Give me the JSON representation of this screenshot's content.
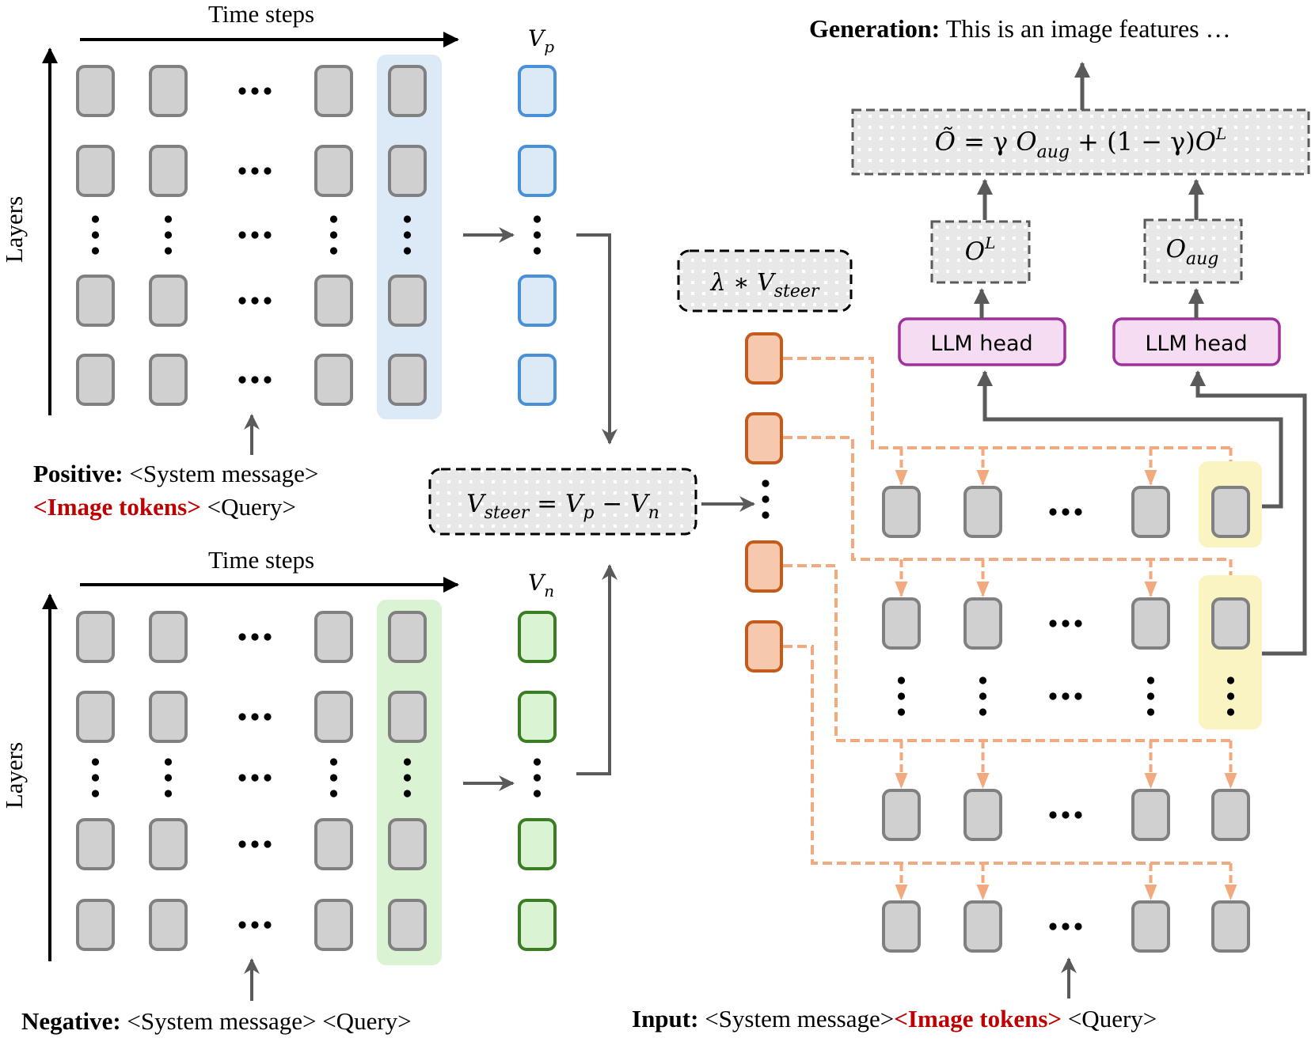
{
  "colors": {
    "token_fill": "#d0d0d0",
    "token_stroke": "#808080",
    "positive_highlight": "#dce9f6",
    "positive_vec_stroke": "#4a90d9",
    "positive_vec_fill": "#dce9f6",
    "negative_highlight": "#d9f3d3",
    "negative_vec_stroke": "#3a7d22",
    "negative_vec_fill": "#d9f3d3",
    "steer_stroke": "#c55a1a",
    "steer_fill": "#f6c8ae",
    "steer_dash": "#f2a97e",
    "llm_head_stroke": "#a0309a",
    "llm_head_fill": "#f5dcf2",
    "selected_highlight": "#faf4c3",
    "arrow_gray": "#5a5a5a",
    "accent_red": "#c00000",
    "axis_black": "#000000"
  },
  "positive_panel": {
    "x_axis_label": "Time steps",
    "y_axis_label": "Layers",
    "vector_label": "V",
    "vector_sub": "p",
    "prompt_bold": "Positive:",
    "prompt_line1_rest": " <System message>",
    "prompt_line2_red": "<Image tokens>",
    "prompt_line2_rest": " <Query>"
  },
  "negative_panel": {
    "x_axis_label": "Time steps",
    "y_axis_label": "Layers",
    "vector_label": "V",
    "vector_sub": "n",
    "prompt_bold": "Negative:",
    "prompt_rest": " <System message> <Query>"
  },
  "steer_formula": {
    "lhs": "V",
    "lhs_sub": "steer",
    "eq": " = ",
    "t1": "V",
    "t1_sub": "p",
    "minus": " − ",
    "t2": "V",
    "t2_sub": "n"
  },
  "lambda_box": {
    "lambda": "λ ∗ ",
    "v": "V",
    "sub": "steer"
  },
  "llm_heads": [
    {
      "label": "LLM head"
    },
    {
      "label": "LLM head"
    }
  ],
  "outputs": {
    "ol": {
      "base": "O",
      "sup": "L"
    },
    "oaug": {
      "base": "O",
      "sub": "aug"
    }
  },
  "combine_formula": {
    "lhs": "Õ",
    "eq": " =  γ ",
    "o1": "O",
    "o1_sub": "aug",
    "mid": " + (1 − γ)",
    "o2": "O",
    "o2_sup": "L"
  },
  "generation": {
    "bold": "Generation:",
    "rest": " This is an image features …"
  },
  "input": {
    "bold": "Input:",
    "rest1": " <System message>",
    "red": "<Image tokens>",
    "rest2": " <Query>"
  },
  "ellipsis_h": "•••",
  "ellipsis_v": "⋮"
}
